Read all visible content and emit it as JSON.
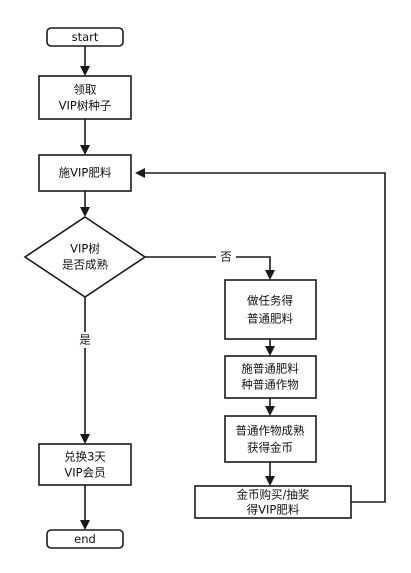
{
  "nodes": {
    "start": "start",
    "claim_1": "领取",
    "claim_2": "VIP树种子",
    "fertilize_vip": "施VIP肥料",
    "ripe_1": "VIP树",
    "ripe_2": "是否成熟",
    "task_1": "做任务得",
    "task_2": "普通肥料",
    "plant_1": "施普通肥料",
    "plant_2": "种普通作物",
    "gold_1": "普通作物成熟",
    "gold_2": "获得金币",
    "buy_1": "金币购买/抽奖",
    "buy_2": "得VIP肥料",
    "redeem_1": "兑换3天",
    "redeem_2": "VIP会员",
    "end": "end"
  },
  "edges": {
    "yes": "是",
    "no": "否"
  }
}
